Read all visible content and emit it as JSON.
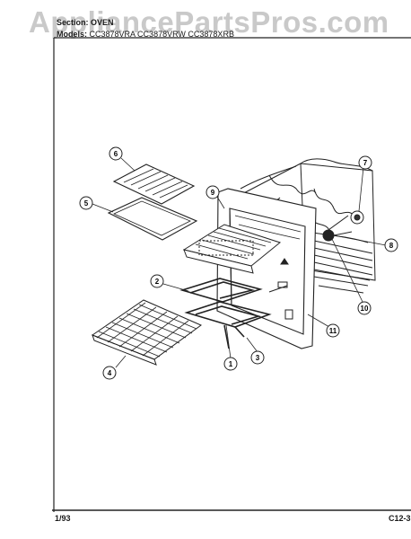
{
  "watermark": "AppliancePartsPros.com",
  "header": {
    "section_prefix": "Section:",
    "section_value": "OVEN",
    "models_label": "Models:",
    "models": "CC3878VRA   CC3878VRW   CC3878XRB"
  },
  "footer": {
    "left": "1/93",
    "right": "C12-3"
  },
  "callouts": [
    "1",
    "2",
    "3",
    "4",
    "5",
    "6",
    "7",
    "8",
    "9",
    "10",
    "11"
  ]
}
